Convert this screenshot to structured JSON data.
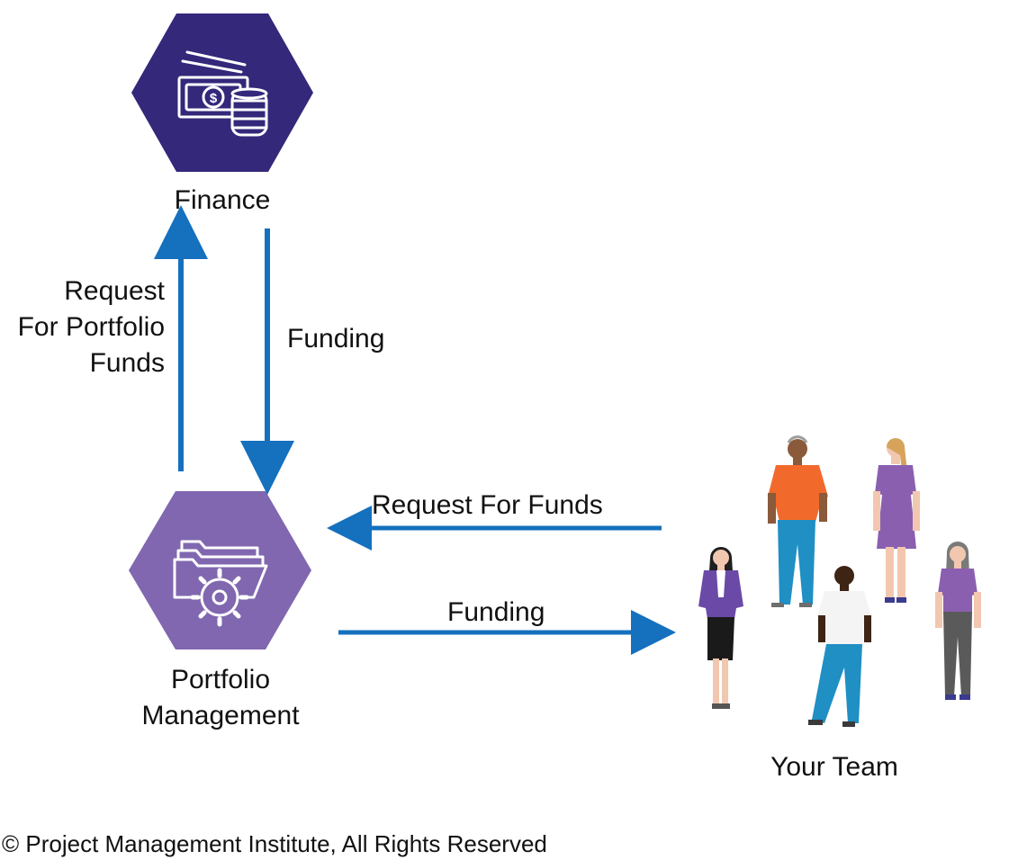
{
  "nodes": {
    "finance": {
      "label": "Finance",
      "color": "#33287a",
      "icon": "money-icon"
    },
    "portfolio": {
      "label_line1": "Portfolio",
      "label_line2": "Management",
      "color": "#8067b0",
      "icon": "folder-gear-icon"
    },
    "team": {
      "label": "Your Team",
      "icon": "team-people-icon"
    }
  },
  "edges": {
    "request_portfolio_funds": {
      "line1": "Request",
      "line2": "For Portfolio",
      "line3": "Funds"
    },
    "finance_funding": {
      "label": "Funding"
    },
    "request_for_funds": {
      "label": "Request For Funds"
    },
    "team_funding": {
      "label": "Funding"
    }
  },
  "arrow_color": "#1570be",
  "copyright": "© Project Management Institute, All Rights Reserved"
}
